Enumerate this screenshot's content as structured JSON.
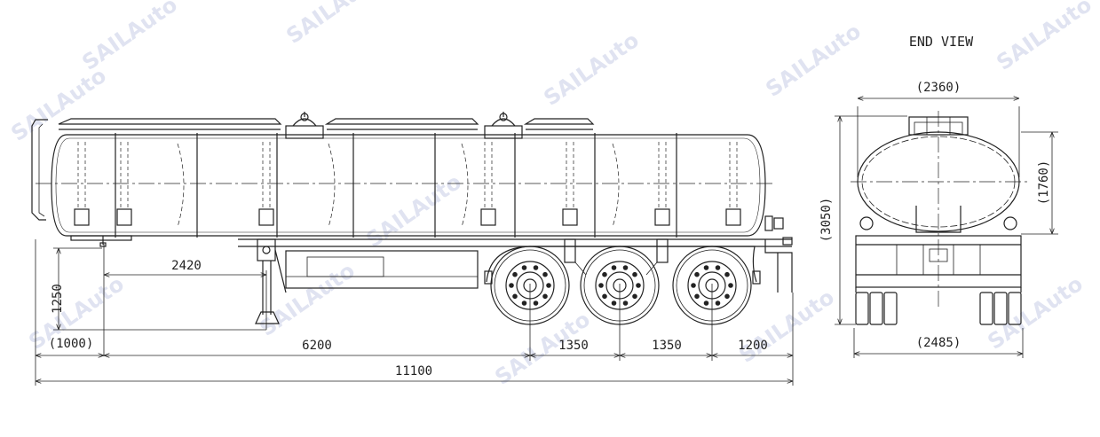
{
  "end_view_label": "END VIEW",
  "watermark": "SAILAuto",
  "side_view": {
    "dims": {
      "kingpin_height": "1250",
      "kingpin_to_leg": "2420",
      "front_overhang": "(1000)",
      "kingpin_to_axle": "6200",
      "axle_spacing_1": "1350",
      "axle_spacing_2": "1350",
      "rear_overhang": "1200",
      "overall_length": "11100"
    }
  },
  "end_view": {
    "dims": {
      "tank_width": "(2360)",
      "tank_height": "(1760)",
      "overall_height": "(3050)",
      "overall_width": "(2485)"
    }
  },
  "colors": {
    "line": "#222222",
    "watermark": "#c7cde6"
  }
}
